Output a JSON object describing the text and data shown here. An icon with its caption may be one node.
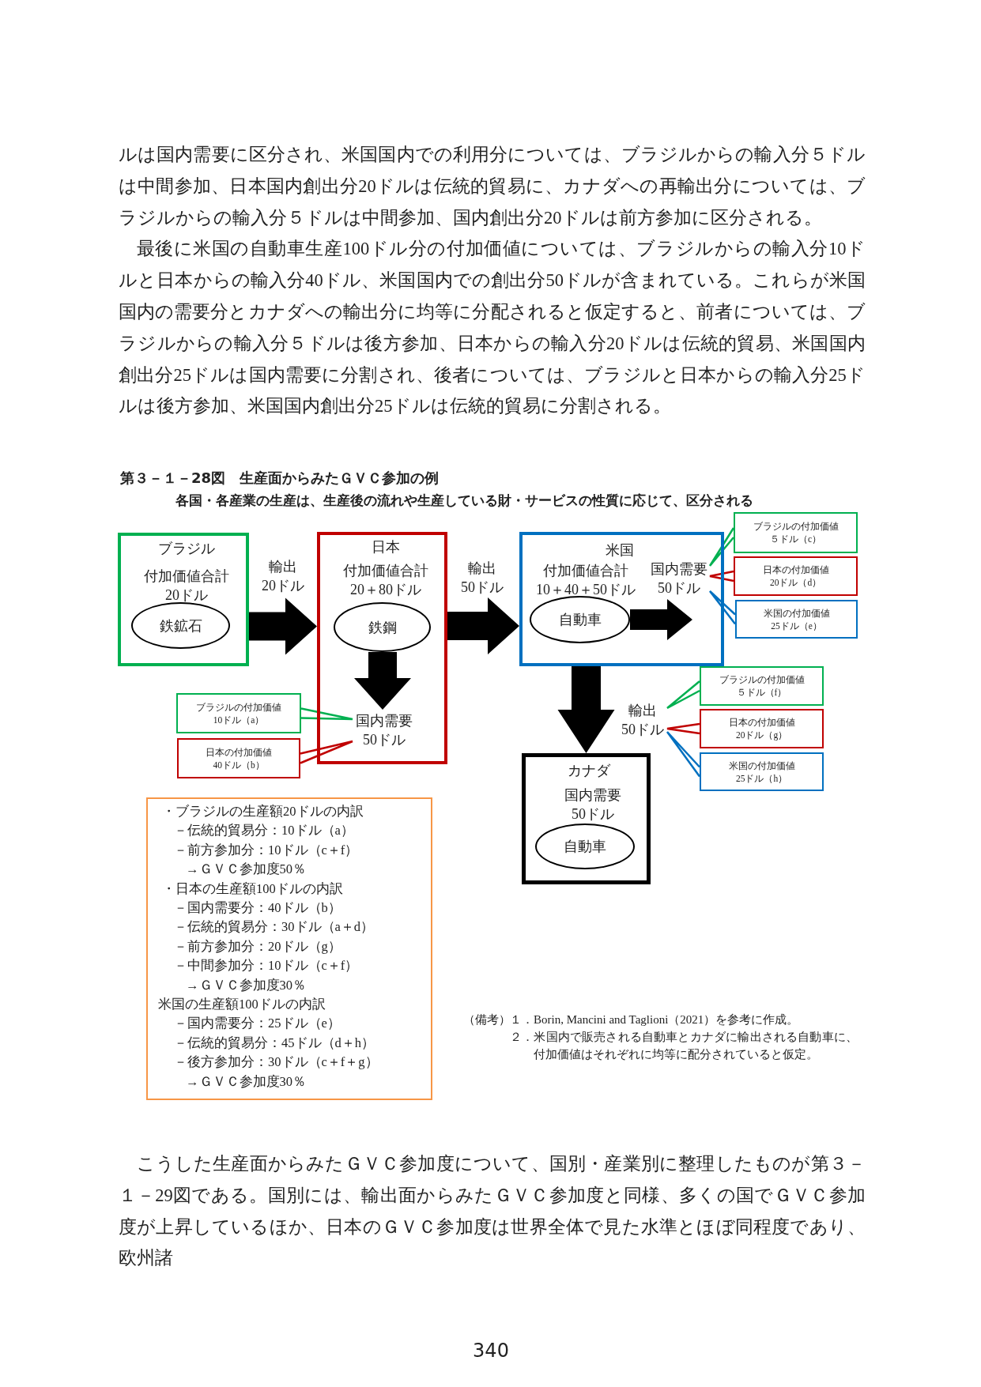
{
  "diagram": {
    "title": "第３－１－28図　生産面からみたＧＶＣ参加の例",
    "nodes": [
      {
        "text": [
          "ブラジル",
          "付加価値合計",
          "20ドル"
        ]
      },
      {
        "text": [
          "鉄鉱石"
        ],
        "in": 0
      },
      {
        "text": [
          "輸出",
          "20ドル"
        ]
      },
      {
        "text": [
          "日本",
          "付加価値合計",
          "20＋80ドル"
        ]
      },
      {
        "text": [
          "鉄鋼"
        ],
        "in": 3
      },
      {
        "text": [
          "国内需要",
          "50ドル"
        ],
        "in": 3
      },
      {
        "text": [
          "ブラジルの付加価値",
          "10ドル（a）"
        ]
      },
      {
        "text": [
          "日本の付加価値",
          "40ドル（b）"
        ]
      },
      {
        "text": [
          "輸出",
          "50ドル"
        ]
      },
      {
        "text": [
          "米国",
          "付加価値合計",
          "10＋40＋50ドル"
        ]
      },
      {
        "text": [
          "自動車"
        ],
        "in": 9
      },
      {
        "text": [
          "国内需要",
          "50ドル"
        ],
        "in": 9
      },
      {
        "text": [
          "ブラジルの付加価値",
          "５ドル（c）"
        ]
      },
      {
        "text": [
          "日本の付加価値",
          "20ドル（d）"
        ]
      },
      {
        "text": [
          "米国の付加価値",
          "25ドル（e）"
        ]
      },
      {
        "text": [
          "輸出",
          "50ドル"
        ]
      },
      {
        "text": [
          "ブラジルの付加価値",
          "５ドル（f）"
        ]
      },
      {
        "text": [
          "日本の付加価値",
          "20ドル（g）"
        ]
      },
      {
        "text": [
          "米国の付加価値",
          "25ドル（h）"
        ]
      },
      {
        "text": [
          "カナダ",
          "国内需要",
          "50ドル"
        ]
      },
      {
        "text": [
          "自動車"
        ],
        "in": 19
      },
      {
        "text": [
          "・ブラジルの生産額20ドルの内訳",
          "－伝統的貿易分：10ドル（a）",
          "－前方参加分：10ドル（c＋f）",
          "→ＧＶＣ参加度50％",
          "・日本の生産額100ドルの内訳",
          "－国内需要分：40ドル（b）",
          "－伝統的貿易分：30ドル（a＋d）",
          "－前方参加分：20ドル（g）",
          "－中間参加分：10ドル（c＋f）",
          "→ＧＶＣ参加度30％",
          "米国の生産額100ドルの内訳",
          "－国内需要分：25ドル（e）",
          "－伝統的貿易分：45ドル（d＋h）",
          "－後方参加分：30ドル（c＋f＋g）",
          "→ＧＶＣ参加度30％"
        ]
      }
    ],
    "edges": [
      {
        "from": 0,
        "to": 3,
        "arrow": "to",
        "style": "thick"
      },
      {
        "from": 3,
        "to": 9,
        "arrow": "to",
        "style": "thick"
      },
      {
        "from": 4,
        "to": 5,
        "arrow": "to",
        "style": "thick"
      },
      {
        "from": 10,
        "to": 11,
        "arrow": "to",
        "style": "thick"
      },
      {
        "from": 9,
        "to": 19,
        "arrow": "to",
        "style": "thick"
      },
      {
        "from": 6,
        "to": 5,
        "arrow": "none",
        "color": "#00b050"
      },
      {
        "from": 7,
        "to": 5,
        "arrow": "none",
        "color": "#c00000"
      },
      {
        "from": 12,
        "to": 11,
        "arrow": "none",
        "color": "#00b050"
      },
      {
        "from": 13,
        "to": 11,
        "arrow": "none",
        "color": "#c00000"
      },
      {
        "from": 14,
        "to": 11,
        "arrow": "none",
        "color": "#0070c0"
      },
      {
        "from": 16,
        "to": 15,
        "arrow": "none",
        "color": "#00b050"
      },
      {
        "from": 17,
        "to": 15,
        "arrow": "none",
        "color": "#c00000"
      },
      {
        "from": 18,
        "to": 15,
        "arrow": "none",
        "color": "#0070c0"
      }
    ],
    "labels": [
      "ルは国内需要に区分され、米国国内での利用分については、ブラジルからの輸入分５ドルは中間参加、日本国内創出分20ドルは伝統的貿易に、カナダへの再輸出分については、ブラジルからの輸入分５ドルは中間参加、国内創出分20ドルは前方参加に区分される。",
      "最後に米国の自動車生産100ドル分の付加価値については、ブラジルからの輸入分10ドルと日本からの輸入分40ドル、米国国内での創出分50ドルが含まれている。これらが米国国内の需要分とカナダへの輸出分に均等に分配されると仮定すると、前者については、ブラジルからの輸入分５ドルは後方参加、日本からの輸入分20ドルは伝統的貿易、米国国内創出分25ドルは国内需要に分割され、後者については、ブラジルと日本からの輸入分25ドルは後方参加、米国国内創出分25ドルは伝統的貿易に分割される。",
      "各国・各産業の生産は、生産後の流れや生産している財・サービスの性質に応じて、区分される",
      "（備考）",
      "１．Borin, Mancini and Taglioni（2021）を参考に作成。",
      "２．米国内で販売される自動車とカナダに輸出される自動車に、付加価値はそれぞれに均等に配分されていると仮定。",
      "こうした生産面からみたＧＶＣ参加度について、国別・産業別に整理したものが第３－１－29図である。国別には、輸出面からみたＧＶＣ参加度と同様、多くの国でＧＶＣ参加度が上昇しているほか、日本のＧＶＣ参加度は世界全体で見た水準とほぼ同程度であり、欧州諸",
      "340"
    ]
  }
}
